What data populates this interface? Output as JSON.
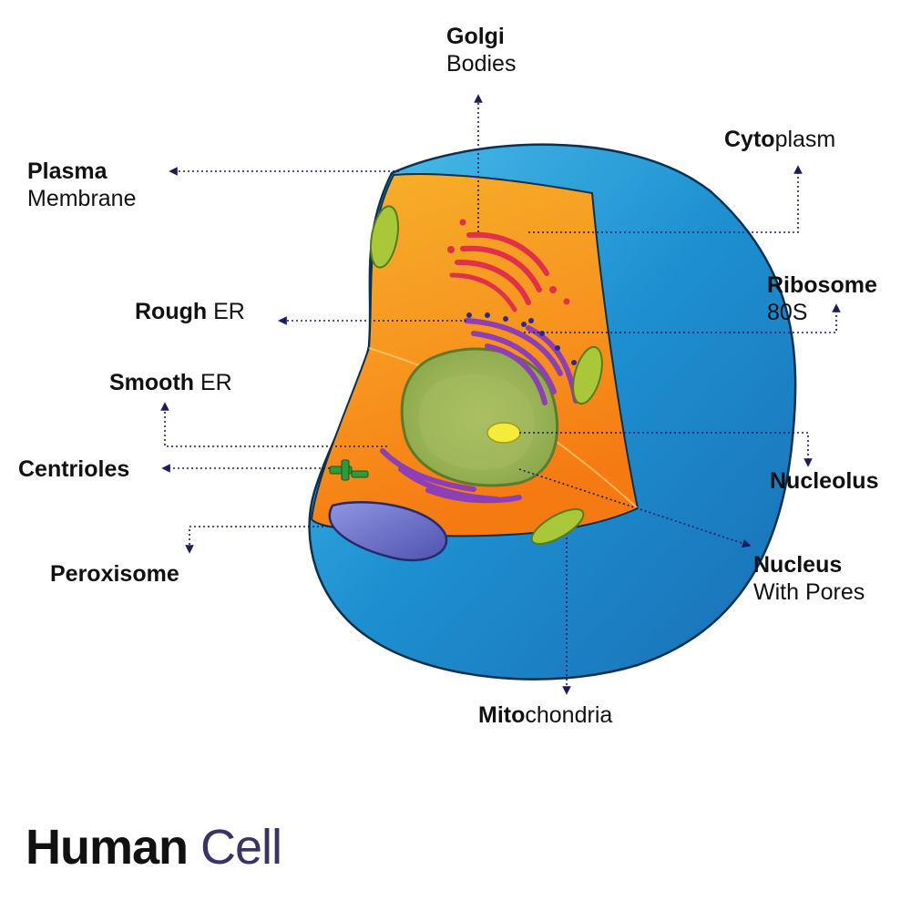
{
  "title": {
    "bold": "Human",
    "normal": "Cell"
  },
  "labels": {
    "golgi": {
      "bold": "Golgi",
      "normal": "Bodies"
    },
    "cytoplasm": {
      "bold": "Cyto",
      "normal": "plasm"
    },
    "plasma_membrane": {
      "bold": "Plasma",
      "normal": "Membrane"
    },
    "ribosome": {
      "bold": "Ribosome",
      "normal": "80S"
    },
    "rough_er": {
      "bold": "Rough",
      "normal": "ER"
    },
    "smooth_er": {
      "bold": "Smooth",
      "normal": "ER"
    },
    "centrioles": {
      "bold": "Centrioles"
    },
    "nucleolus": {
      "bold": "Nucleolus"
    },
    "peroxisome": {
      "bold": "Peroxisome"
    },
    "nucleus": {
      "bold": "Nucleus",
      "normal": "With Pores"
    },
    "mitochondria": {
      "bold": "Mito",
      "normal": "chondria"
    }
  },
  "stock_id": "439126990",
  "colors": {
    "membrane_blue": "#1d8fd0",
    "cytoplasm_orange": "#f7931e",
    "nucleus_green": "#9bb35a",
    "golgi_red": "#e0304a",
    "er_purple": "#8e3fb5",
    "mitochondria_green": "#a8c83a",
    "peroxisome_blue": "#6b6fc6",
    "centriole_green": "#2e9a3a",
    "leader_line": "#1b1b5e"
  }
}
